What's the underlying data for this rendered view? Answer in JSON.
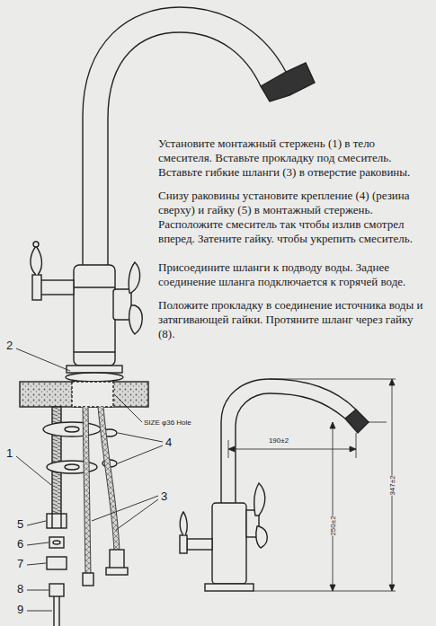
{
  "diagram": {
    "labels": [
      "Установите монтажный стержень (1) в тело смесителя. Вставьте прокладку под смеситель. Вставьте гибкие шланги (3) в отверстие раковины.",
      "Снизу раковины установите крепление (4) (резина сверху) и гайку (5) в монтажный стержень. Расположите смеситель так чтобы излив смотрел вперед. Затените гайку. чтобы укрепить смеситель.",
      "Присоедините шланги к подводу воды. Заднее соединение шланга подключается к горячей воде.",
      "Положите прокладку в соединение источника воды и затягивающей гайки. Протяните шланг через гайку (8).",
      "2",
      "SIZE φ36 Hole",
      "4",
      "1",
      "3",
      "5",
      "6",
      "7",
      "8",
      "9",
      "190±2",
      "250±2",
      "347±2"
    ]
  }
}
